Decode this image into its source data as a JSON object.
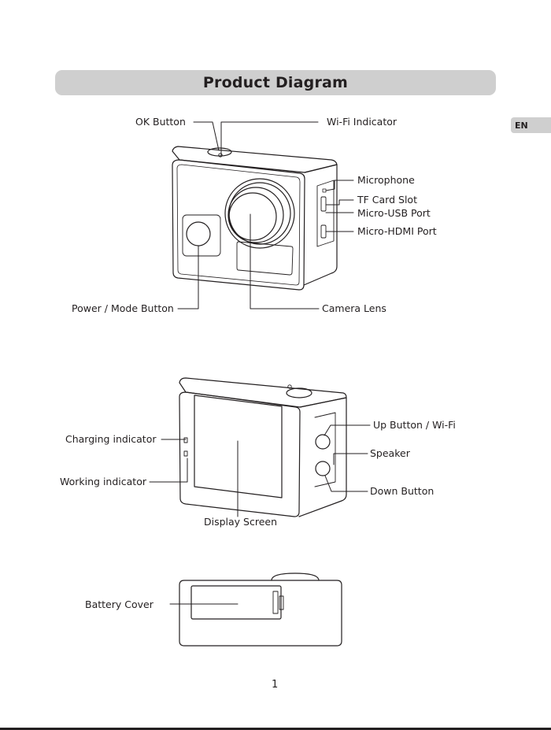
{
  "header": {
    "title": "Product Diagram"
  },
  "language_tab": {
    "label": "EN"
  },
  "front_view": {
    "labels": {
      "ok_button": "OK Button",
      "wifi_indicator": "Wi-Fi Indicator",
      "microphone": "Microphone",
      "tf_card_slot": "TF Card Slot",
      "micro_usb_port": "Micro-USB Port",
      "micro_hdmi_port": "Micro-HDMI Port",
      "power_mode_button": "Power / Mode Button",
      "camera_lens": "Camera Lens"
    }
  },
  "back_view": {
    "labels": {
      "charging_indicator": "Charging indicator",
      "working_indicator": "Working indicator",
      "up_button_wifi": "Up Button / Wi-Fi",
      "speaker": "Speaker",
      "down_button": "Down Button",
      "display_screen": "Display Screen"
    }
  },
  "bottom_view": {
    "labels": {
      "battery_cover": "Battery Cover"
    }
  },
  "footer": {
    "page_number": "1"
  },
  "colors": {
    "banner": "#cfcfcf",
    "ink": "#231f20",
    "background": "#ffffff"
  }
}
